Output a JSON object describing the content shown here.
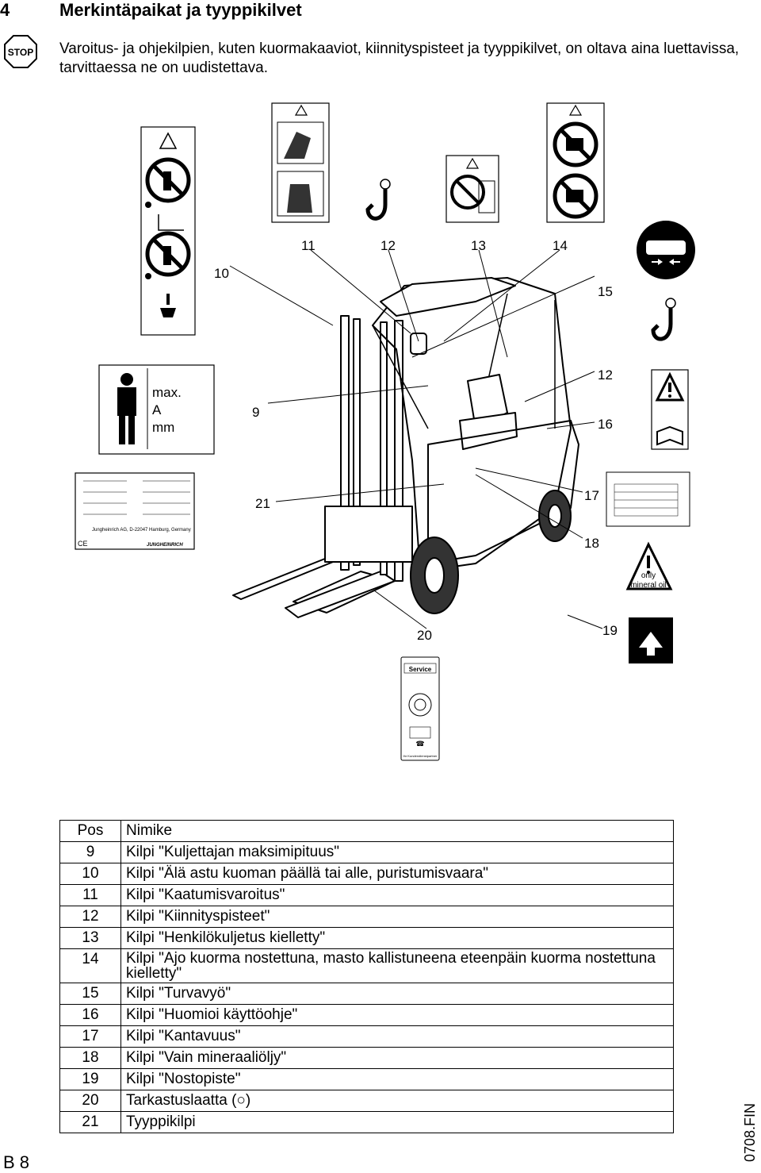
{
  "header": {
    "number": "4",
    "title": "Merkintäpaikat ja tyyppikilvet"
  },
  "stop_icon": {
    "icon": "stop-sign-icon",
    "label": "STOP"
  },
  "intro_text": "Varoitus- ja ohjekilpien, kuten kuormakaaviot, kiinnityspisteet ja tyyppikilvet, on oltava aina luettavissa, tarvittaessa ne on uudistettava.",
  "figure": {
    "callouts": [
      "10",
      "11",
      "12",
      "13",
      "14",
      "15",
      "12",
      "9",
      "16",
      "21",
      "17",
      "18",
      "20",
      "19"
    ],
    "driver_height_label": {
      "line1": "max.",
      "line2": "A",
      "line3": "mm"
    },
    "type_plate_manufacturer": "Jungheinrich AG, D-22047 Hamburg, Germany",
    "type_plate_brand": "JUNGHEINRICH",
    "type_plate_ce": "CE",
    "oil_sign": {
      "line1": "only",
      "line2": "mineral oil"
    },
    "service_label": {
      "title": "Service",
      "footer": "Ihr Kundendienstpartner"
    }
  },
  "table": {
    "headers": [
      "Pos",
      "Nimike"
    ],
    "rows": [
      [
        "9",
        "Kilpi \"Kuljettajan maksimipituus\""
      ],
      [
        "10",
        "Kilpi \"Älä astu kuoman päällä tai alle, puristumisvaara\""
      ],
      [
        "11",
        "Kilpi \"Kaatumisvaroitus\""
      ],
      [
        "12",
        "Kilpi \"Kiinnityspisteet\""
      ],
      [
        "13",
        "Kilpi \"Henkilökuljetus kielletty\""
      ],
      [
        "14",
        "Kilpi \"Ajo kuorma nostettuna, masto kallistuneena eteenpäin kuorma nostettuna kielletty\""
      ],
      [
        "15",
        "Kilpi \"Turvavyö\""
      ],
      [
        "16",
        "Kilpi \"Huomioi käyttöohje\""
      ],
      [
        "17",
        "Kilpi \"Kantavuus\""
      ],
      [
        "18",
        "Kilpi \"Vain mineraaliöljy\""
      ],
      [
        "19",
        "Kilpi \"Nostopiste\""
      ],
      [
        "20",
        "Tarkastuslaatta (○)"
      ],
      [
        "21",
        "Tyyppikilpi"
      ]
    ]
  },
  "footer": {
    "page": "B 8",
    "code": "0708.FIN"
  }
}
